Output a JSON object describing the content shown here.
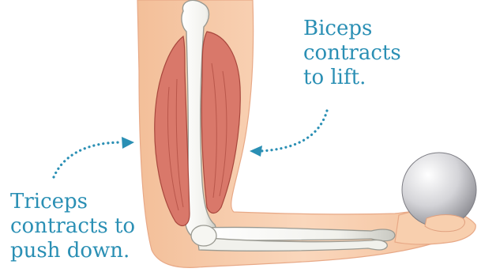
{
  "diagram": {
    "labels": {
      "biceps": [
        "Biceps",
        "contracts",
        "to lift."
      ],
      "triceps": [
        "Triceps",
        "contracts to",
        "push down."
      ]
    },
    "colors": {
      "label_text": "#2a8fb4",
      "arrow": "#2a8fb4",
      "skin": "#f6c9a6",
      "skin_shadow": "#eeb58f",
      "muscle": "#d9786a",
      "muscle_dark": "#b9574b",
      "bone": "#f4f4f0",
      "ball": "#cfcfd3"
    }
  }
}
